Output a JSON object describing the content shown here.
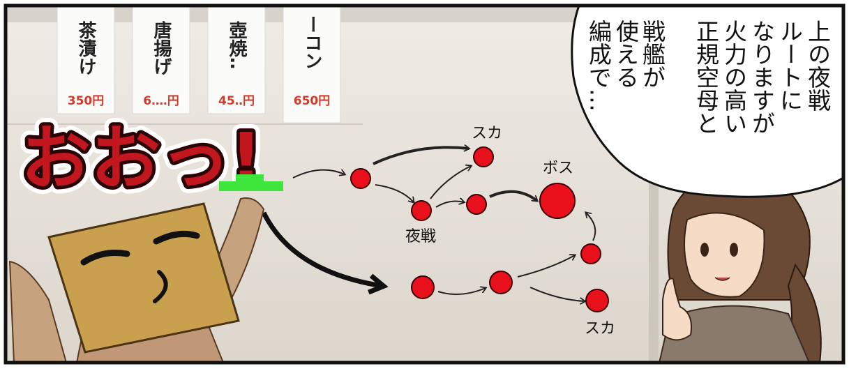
{
  "menu_tags": [
    {
      "name": "茶漬け",
      "price": "350円"
    },
    {
      "name": "唐揚げ",
      "price": "6‥‥円"
    },
    {
      "name": "壺焼‥",
      "price": "45‥円"
    },
    {
      "name": "ーコン",
      "price": "650円"
    }
  ],
  "exclamation": "おおっ!",
  "speech": {
    "columns": [
      "上の夜戦",
      "ルートに",
      "なりますが",
      "火力の高い",
      "正規空母と",
      "戦艦が",
      "使える",
      "編成で…"
    ]
  },
  "map_labels": {
    "top_miss": "スカ",
    "boss": "ボス",
    "night_battle": "夜戦",
    "bottom_miss": "スカ"
  },
  "colors": {
    "node": "#e8101a",
    "start_marker": "#3ee53a",
    "wall": "#e9e4dc",
    "box_head": "#c9a04e",
    "price_text": "#d23a2a"
  }
}
